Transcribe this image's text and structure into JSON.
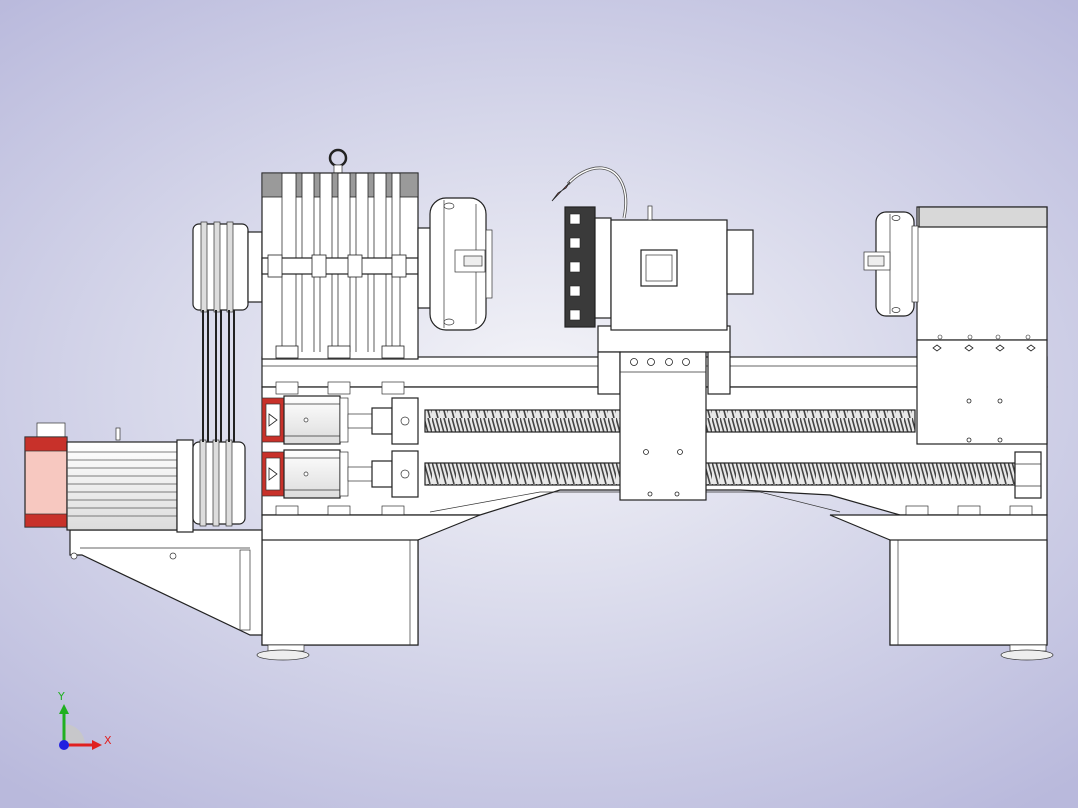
{
  "scene": {
    "name": "lathe-model-view",
    "colors": {
      "background_center": "#f4f4f8",
      "background_edge": "#b9b9dc",
      "part_fill": "#ffffff",
      "outline": "#222222",
      "motor_accent": "#d2332c",
      "motor_face": "#f7c8c0",
      "nozzle": "#d85050"
    }
  },
  "triad": {
    "x_label": "X",
    "y_label": "Y",
    "x_color": "#e02020",
    "y_color": "#20b020",
    "z_color": "#2020e0"
  }
}
